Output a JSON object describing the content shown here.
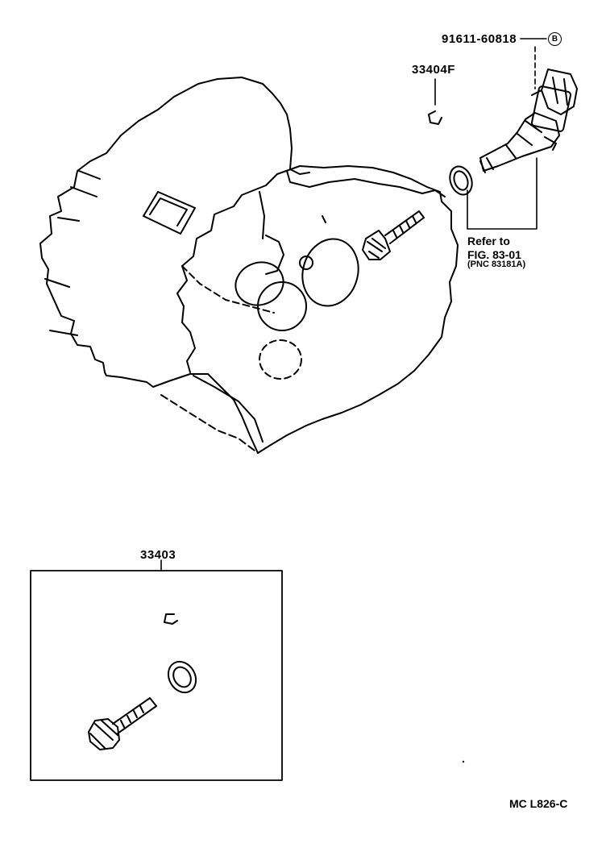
{
  "labels": {
    "bolt_part_number": "91611-60818",
    "bolt_callout_letter": "B",
    "clip_part_number": "33404F",
    "kit_part_number": "33403",
    "refer_line1": "Refer  to",
    "refer_line2": "FIG. 83-01",
    "refer_line3": "(PNC  83181A)",
    "figure_code": "MC  L826-C"
  }
}
